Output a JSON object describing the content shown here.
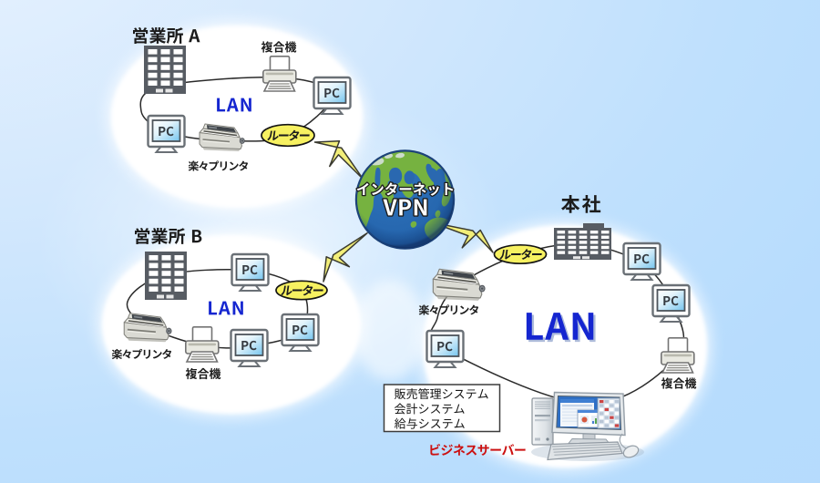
{
  "diagram_type": "vpn-network-diagram",
  "internet": {
    "line1": "インターネット",
    "line2": "VPN"
  },
  "sites": [
    {
      "id": "office-a",
      "name": "営業所 A",
      "lan": "LAN",
      "router": "ルーター",
      "devices": {
        "mfp": "複合機",
        "printer": "楽々プリンタ",
        "pc1": "PC",
        "pc2": "PC"
      }
    },
    {
      "id": "office-b",
      "name": "営業所 B",
      "lan": "LAN",
      "router": "ルーター",
      "devices": {
        "mfp": "複合機",
        "printer": "楽々プリンタ",
        "pc1": "PC",
        "pc2": "PC",
        "pc3": "PC"
      }
    },
    {
      "id": "headquarters",
      "name": "本社",
      "lan": "LAN",
      "router": "ルーター",
      "devices": {
        "mfp": "複合機",
        "printer": "楽々プリンタ",
        "pc1": "PC",
        "pc2": "PC",
        "pc3": "PC"
      },
      "server": {
        "name": "ビジネスサーバー",
        "systems": [
          "販売管理システム",
          "会計システム",
          "給与システム"
        ]
      }
    }
  ],
  "colors": {
    "background_light": "#e2effd",
    "background_blue": "#b7dcfd",
    "lan_text": "#1526d0",
    "router_fill": "#f7f161",
    "bolt_fill": "#f2ee79",
    "globe_ocean": "#2766ae",
    "globe_land": "#74b13f",
    "server_label_red": "#cc1111",
    "building_gray": "#575c63"
  }
}
